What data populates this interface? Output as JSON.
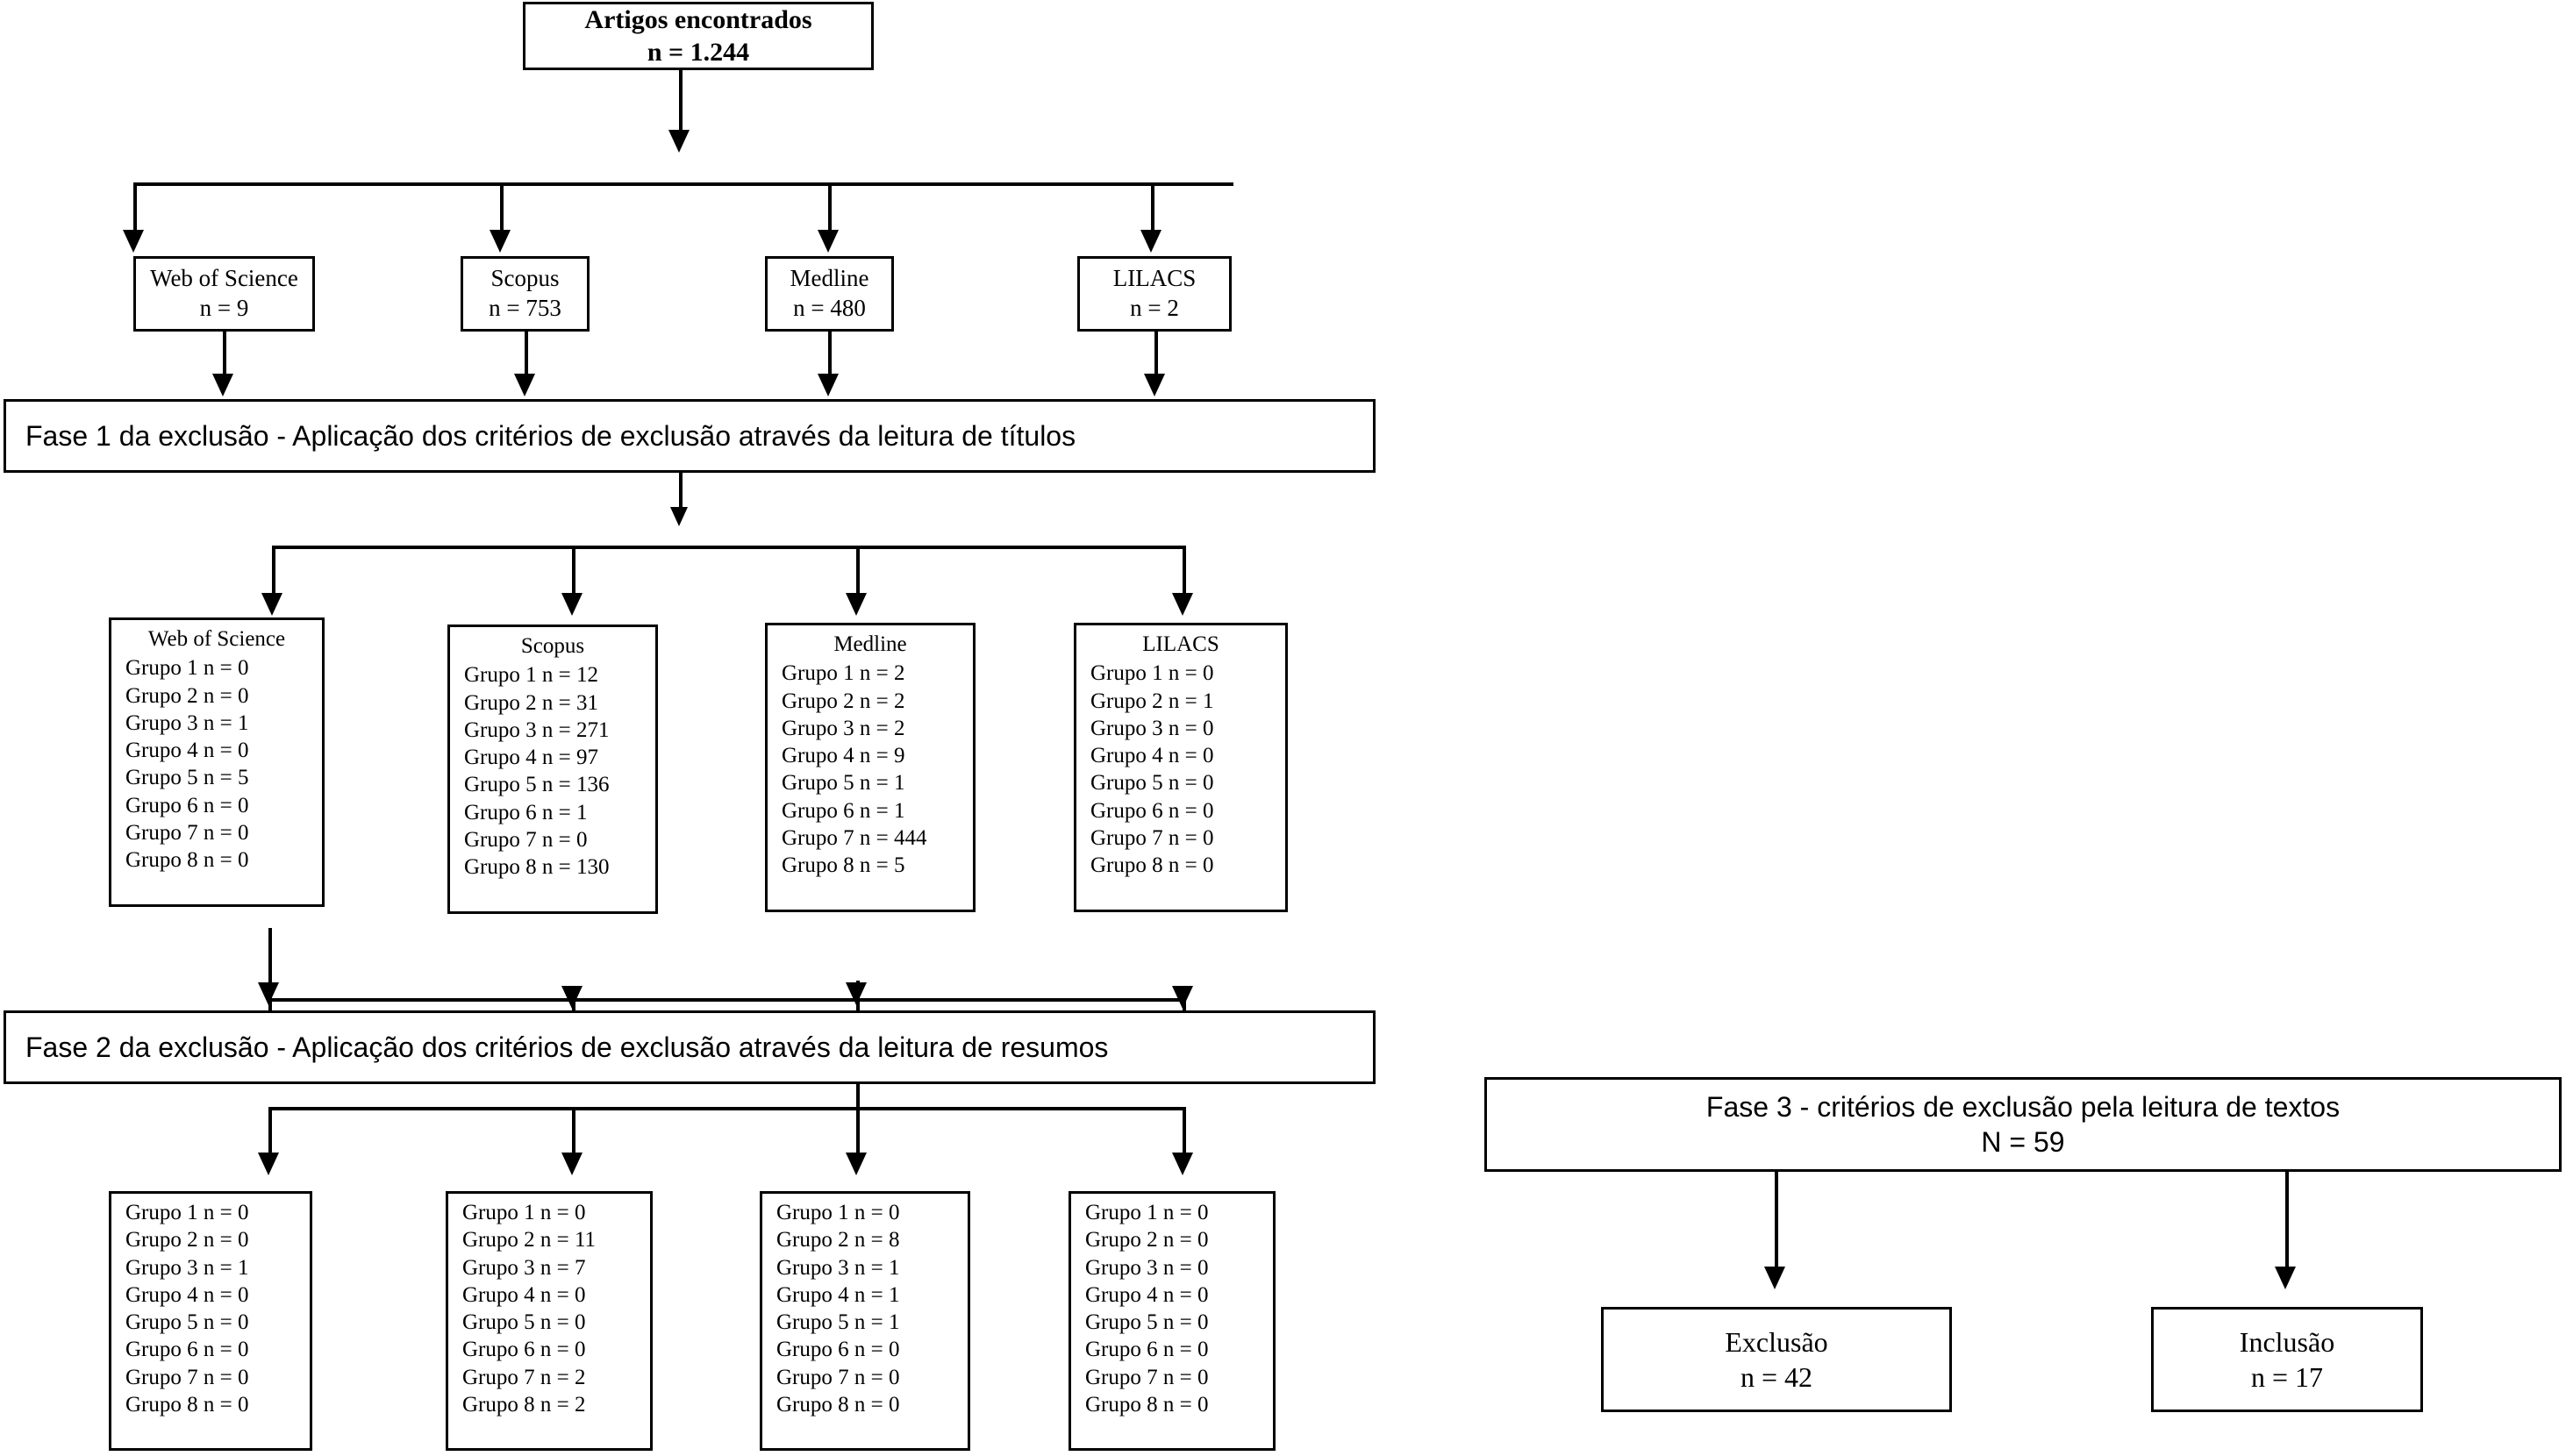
{
  "figure": {
    "type": "prisma-flowchart",
    "language": "pt-BR"
  },
  "top_box": {
    "title": "Artigos encontrados",
    "count": "n = 1.244"
  },
  "databases": [
    {
      "name": "Web of Science",
      "count": "n = 9"
    },
    {
      "name": "Scopus",
      "count": "n = 753"
    },
    {
      "name": "Medline",
      "count": "n = 480"
    },
    {
      "name": "LILACS",
      "count": "n = 2"
    }
  ],
  "phase1": {
    "bar_label": "Fase 1 da exclusão - Aplicação dos critérios de exclusão através da leitura de títulos",
    "results": [
      {
        "source": "Web of Science",
        "groups": [
          "Grupo 1 n = 0",
          "Grupo 2 n = 0",
          "Grupo 3 n = 1",
          "Grupo 4 n = 0",
          "Grupo 5 n = 5",
          "Grupo 6 n = 0",
          "Grupo 7 n = 0",
          "Grupo 8 n = 0"
        ]
      },
      {
        "source": "Scopus",
        "groups": [
          "Grupo 1 n = 12",
          "Grupo 2 n = 31",
          "Grupo 3 n = 271",
          "Grupo 4 n = 97",
          "Grupo 5 n = 136",
          "Grupo 6 n = 1",
          "Grupo 7 n = 0",
          "Grupo 8 n = 130"
        ]
      },
      {
        "source": "Medline",
        "groups": [
          "Grupo 1 n = 2",
          "Grupo 2 n = 2",
          "Grupo 3 n = 2",
          "Grupo 4 n = 9",
          "Grupo 5 n = 1",
          "Grupo 6 n = 1",
          "Grupo 7 n = 444",
          "Grupo 8 n = 5"
        ]
      },
      {
        "source": "LILACS",
        "groups": [
          "Grupo 1 n = 0",
          "Grupo 2 n = 1",
          "Grupo 3 n = 0",
          "Grupo 4 n = 0",
          "Grupo 5 n = 0",
          "Grupo 6 n = 0",
          "Grupo 7 n = 0",
          "Grupo 8 n = 0"
        ]
      }
    ]
  },
  "phase2": {
    "bar_label": "Fase 2 da exclusão - Aplicação dos critérios de exclusão através da leitura de resumos",
    "results": [
      {
        "source": "",
        "groups": [
          "Grupo 1 n = 0",
          "Grupo 2 n = 0",
          "Grupo 3 n = 1",
          "Grupo 4 n = 0",
          "Grupo 5 n = 0",
          "Grupo 6 n = 0",
          "Grupo 7 n = 0",
          "Grupo 8 n = 0"
        ]
      },
      {
        "source": "",
        "groups": [
          "Grupo 1 n = 0",
          "Grupo 2 n = 11",
          "Grupo 3 n = 7",
          "Grupo 4 n = 0",
          "Grupo 5 n = 0",
          "Grupo 6 n = 0",
          "Grupo 7 n = 2",
          "Grupo 8 n = 2"
        ]
      },
      {
        "source": "",
        "groups": [
          "Grupo 1 n = 0",
          "Grupo 2 n = 8",
          "Grupo 3 n = 1",
          "Grupo 4 n = 1",
          "Grupo 5 n = 1",
          "Grupo 6 n = 0",
          "Grupo 7 n = 0",
          "Grupo 8 n = 0"
        ]
      },
      {
        "source": "",
        "groups": [
          "Grupo 1 n = 0",
          "Grupo 2 n = 0",
          "Grupo 3 n = 0",
          "Grupo 4 n = 0",
          "Grupo 5 n = 0",
          "Grupo 6 n = 0",
          "Grupo 7 n = 0",
          "Grupo 8 n = 0"
        ]
      }
    ]
  },
  "phase3": {
    "title": "Fase 3 - critérios de exclusão pela leitura de textos",
    "count": "N = 59",
    "outcomes": [
      {
        "label": "Exclusão",
        "count": "n = 42"
      },
      {
        "label": "Inclusão",
        "count": "n = 17"
      }
    ]
  },
  "colors": {
    "stroke": "#000000",
    "background": "#ffffff",
    "text": "#000000"
  }
}
